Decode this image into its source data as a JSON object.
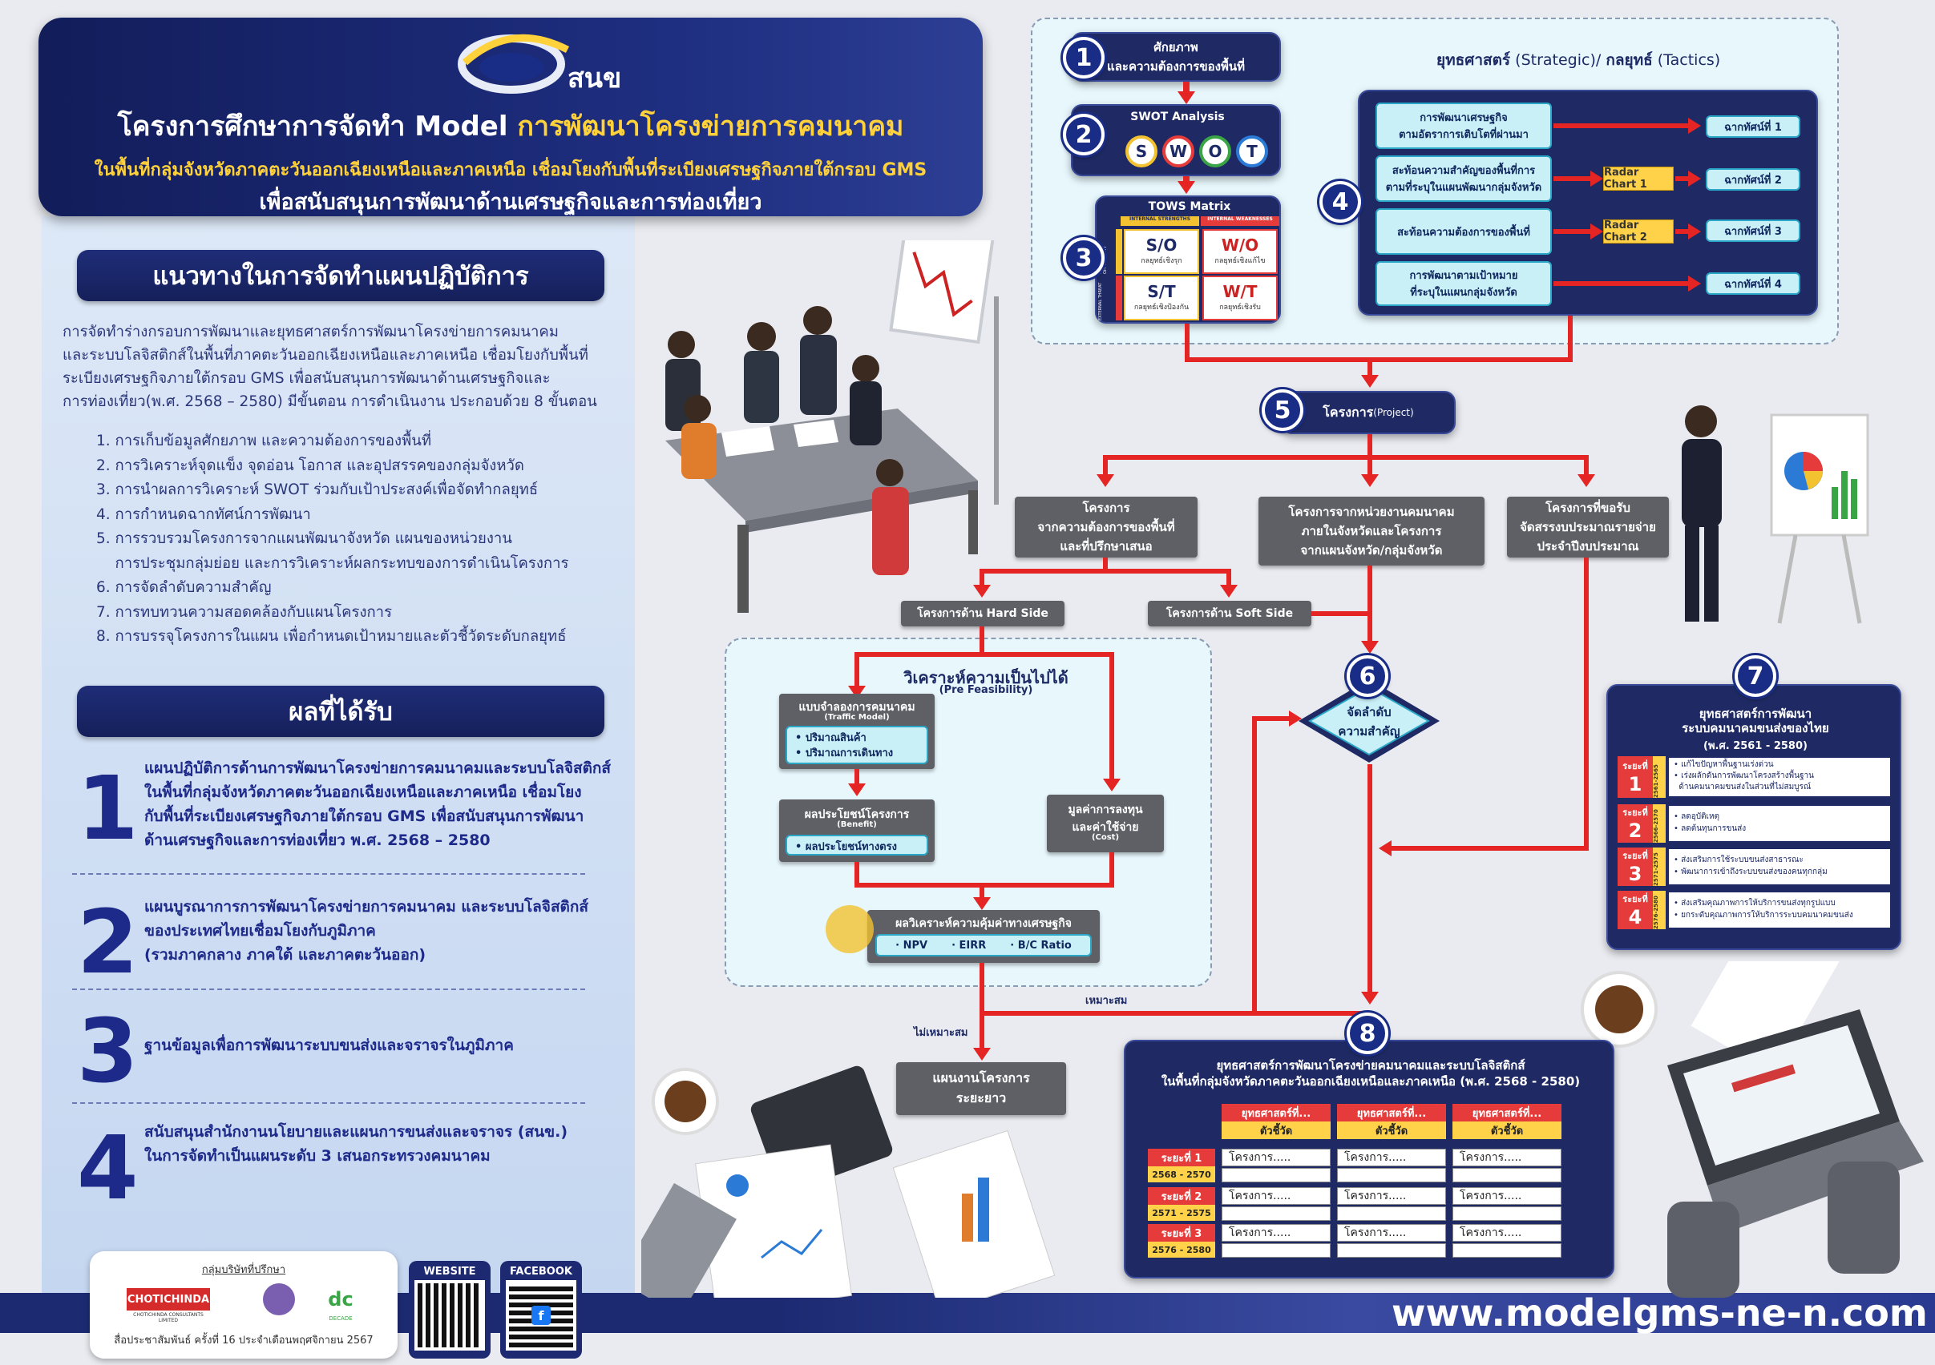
{
  "header": {
    "logo_text": "สนข",
    "title_part1": "โครงการศึกษาการจัดทำ Model ",
    "title_part2": "การพัฒนาโครงข่ายการคมนาคม",
    "subtitle": "ในพื้นที่กลุ่มจังหวัดภาคตะวันออกเฉียงเหนือและภาคเหนือ เชื่อมโยงกับพื้นที่ระเบียงเศรษฐกิจภายใต้กรอบ GMS",
    "subtitle2": "เพื่อสนับสนุนการพัฒนาด้านเศรษฐกิจและการท่องเที่ยว"
  },
  "left": {
    "guideline_title": "แนวทางในการจัดทำแผนปฏิบัติการ",
    "intro": [
      "การจัดทำร่างกรอบการพัฒนาและยุทธศาสตร์การพัฒนาโครงข่ายการคมนาคม",
      "และระบบโลจิสติกส์ในพื้นที่ภาคตะวันออกเฉียงเหนือและภาคเหนือ เชื่อมโยงกับพื้นที่",
      "ระเบียงเศรษฐกิจภายใต้กรอบ GMS เพื่อสนับสนุนการพัฒนาด้านเศรษฐกิจและ",
      "การท่องเที่ยว(พ.ศ. 2568 – 2580) มีขั้นตอน การดำเนินงาน ประกอบด้วย 8 ขั้นตอน"
    ],
    "steps": [
      "1. การเก็บข้อมูลศักยภาพ และความต้องการของพื้นที่",
      "2. การวิเคราะห์จุดแข็ง จุดอ่อน โอกาส และอุปสรรคของกลุ่มจังหวัด",
      "3. การนำผลการวิเคราะห์ SWOT ร่วมกับเป้าประสงค์เพื่อจัดทำกลยุทธ์",
      "4. การกำหนดฉากทัศน์การพัฒนา",
      "5. การรวบรวมโครงการจากแผนพัฒนาจังหวัด แผนของหน่วยงาน",
      "    การประชุมกลุ่มย่อย และการวิเคราะห์ผลกระทบของการดำเนินโครงการ",
      "6. การจัดลำดับความสำคัญ",
      "7. การทบทวนความสอดคล้องกับแผนโครงการ",
      "8. การบรรจุโครงการในแผน เพื่อกำหนดเป้าหมายและตัวชี้วัดระดับกลยุทธ์"
    ],
    "result_title": "ผลที่ได้รับ",
    "results": [
      {
        "n": "1",
        "lines": [
          "แผนปฏิบัติการด้านการพัฒนาโครงข่ายการคมนาคมและระบบโลจิสติกส์",
          "ในพื้นที่กลุ่มจังหวัดภาคตะวันออกเฉียงเหนือและภาคเหนือ เชื่อมโยง",
          "กับพื้นที่ระเบียงเศรษฐกิจภายใต้กรอบ GMS เพื่อสนับสนุนการพัฒนา",
          "ด้านเศรษฐกิจและการท่องเที่ยว พ.ศ. 2568 – 2580"
        ]
      },
      {
        "n": "2",
        "lines": [
          "แผนบูรณาการการพัฒนาโครงข่ายการคมนาคม และระบบโลจิสติกส์",
          "ของประเทศไทยเชื่อมโยงกับภูมิภาค",
          "(รวมภาคกลาง ภาคใต้ และภาคตะวันออก)"
        ]
      },
      {
        "n": "3",
        "lines": [
          "ฐานข้อมูลเพื่อการพัฒนาระบบขนส่งและจราจรในภูมิภาค"
        ]
      },
      {
        "n": "4",
        "lines": [
          "สนับสนุนสำนักงานนโยบายและแผนการขนส่งและจราจร (สนข.)",
          "ในการจัดทำเป็นแผนระดับ 3 เสนอกระทรวงคมนาคม"
        ]
      }
    ]
  },
  "footer": {
    "consultant_label": "กลุ่มบริษัทที่ปรึกษา",
    "company": "CHOTICHINDA",
    "company_sub": "CHOTICHINDA CONSULTANTS LIMITED",
    "decade": "DECADE",
    "note": "สื่อประชาสัมพันธ์ ครั้งที่ 16 ประจำเดือนพฤศจิกายน 2567",
    "website_label": "WEBSITE",
    "facebook_label": "FACEBOOK",
    "url": "www.modelgms-ne-n.com"
  },
  "flow": {
    "step1": "ศักยภาพ\nและความต้องการของพื้นที่",
    "swot_title": "SWOT Analysis",
    "swot_letters": [
      "S",
      "W",
      "O",
      "T"
    ],
    "tows_title": "TOWS Matrix",
    "tows_int_s": "INTERNAL STRENGTHS",
    "tows_int_w": "INTERNAL WEAKNESSES",
    "tows_ext_o": "EXTERNAL OPPORTUNITY",
    "tows_ext_t": "EXTERNAL THREAT",
    "tows": [
      {
        "k": "S/O",
        "v": "กลยุทธ์เชิงรุก"
      },
      {
        "k": "W/O",
        "v": "กลยุทธ์เชิงแก้ไข"
      },
      {
        "k": "S/T",
        "v": "กลยุทธ์เชิงป้องกัน"
      },
      {
        "k": "W/T",
        "v": "กลยุทธ์เชิงรับ"
      }
    ],
    "strategy_title_a": "ยุทธศาสตร์",
    "strategy_title_b": " (Strategic)/ ",
    "strategy_title_c": "กลยุทธ์",
    "strategy_title_d": " (Tactics)",
    "s4_rows": [
      {
        "left": "การพัฒนาเศรษฐกิจ\nตามอัตราการเติบโตที่ผ่านมา",
        "mid": "",
        "right": "ฉากทัศน์ที่ 1"
      },
      {
        "left": "สะท้อนความสำคัญของพื้นที่การ\nตามที่ระบุในแผนพัฒนากลุ่มจังหวัด",
        "mid": "Radar Chart 1",
        "right": "ฉากทัศน์ที่ 2"
      },
      {
        "left": "สะท้อนความต้องการของพื้นที่",
        "mid": "Radar Chart 2",
        "right": "ฉากทัศน์ที่ 3"
      },
      {
        "left": "การพัฒนาตามเป้าหมาย\nที่ระบุในแผนกลุ่มจังหวัด",
        "mid": "",
        "right": "ฉากทัศน์ที่ 4"
      }
    ],
    "step5": "โครงการ",
    "step5_en": " (Project)",
    "p_a": "โครงการ\nจากความต้องการของพื้นที่\nและที่ปรึกษาเสนอ",
    "p_b": "โครงการจากหน่วยงานคมนาคม\nภายในจังหวัดและโครงการ\nจากแผนจังหวัด/กลุ่มจังหวัด",
    "p_c": "โครงการที่ขอรับ\nจัดสรรงบประมาณรายจ่าย\nประจำปีงบประมาณ",
    "hard": "โครงการด้าน Hard Side",
    "soft": "โครงการด้าน Soft Side",
    "feas_title": "วิเคราะห์ความเป็นไปได้",
    "feas_sub": "(Pre Feasibility)",
    "traffic": "แบบจำลองการคมนาคม",
    "traffic_en": "(Traffic Model)",
    "traffic_items": [
      "• ปริมาณสินค้า",
      "• ปริมาณการเดินทาง"
    ],
    "benefit": "ผลประโยชน์โครงการ",
    "benefit_en": "(Benefit)",
    "benefit_item": "• ผลประโยชน์ทางตรง",
    "cost": "มูลค่าการลงทุน\nและค่าใช้จ่าย",
    "cost_en": "(Cost)",
    "econ": "ผลวิเคราะห์ความคุ้มค่าทางเศรษฐกิจ",
    "econ_items": [
      "· NPV",
      "· EIRR",
      "· B/C Ratio"
    ],
    "suitable": "เหมาะสม",
    "not_suitable": "ไม่เหมาะสม",
    "long_plan": "แผนงานโครงการ\nระยะยาว",
    "step6": "จัดลำดับ\nความสำคัญ",
    "s7_title": "ยุทธศาสตร์การพัฒนา\nระบบคมนาคมขนส่งของไทย",
    "s7_years": "(พ.ศ. 2561 - 2580)",
    "s7_rows": [
      {
        "label": "ระยะที่",
        "n": "1",
        "yr": "2561-2565",
        "items": [
          "• แก้ไขปัญหาพื้นฐานเร่งด่วน",
          "• เร่งผลักดันการพัฒนาโครงสร้างพื้นฐาน",
          "  ด้านคมนาคมขนส่งในส่วนที่ไม่สมบูรณ์"
        ]
      },
      {
        "label": "ระยะที่",
        "n": "2",
        "yr": "2566-2570",
        "items": [
          "• ลดอุบัติเหตุ",
          "• ลดต้นทุนการขนส่ง"
        ]
      },
      {
        "label": "ระยะที่",
        "n": "3",
        "yr": "2571-2575",
        "items": [
          "• ส่งเสริมการใช้ระบบขนส่งสาธารณะ",
          "• พัฒนาการเข้าถึงระบบขนส่งของคนทุกกลุ่ม"
        ]
      },
      {
        "label": "ระยะที่",
        "n": "4",
        "yr": "2576-2580",
        "items": [
          "• ส่งเสริมคุณภาพการให้บริการขนส่งทุกรูปแบบ",
          "• ยกระดับคุณภาพการให้บริการระบบคมนาคมขนส่ง"
        ]
      }
    ],
    "s8_title": "ยุทธศาสตร์การพัฒนาโครงข่ายคมนาคมและระบบโลจิสติกส์",
    "s8_title2": "ในพื้นที่กลุ่มจังหวัดภาคตะวันออกเฉียงเหนือและภาคเหนือ (พ.ศ. 2568 - 2580)",
    "s8_head": "ยุทธศาสตร์ที่...",
    "s8_sub": "ตัวชี้วัด",
    "s8_rows": [
      {
        "label": "ระยะที่ 1",
        "yr": "2568 - 2570"
      },
      {
        "label": "ระยะที่ 2",
        "yr": "2571 - 2575"
      },
      {
        "label": "ระยะที่ 3",
        "yr": "2576 - 2580"
      }
    ],
    "s8_cell": "โครงการ.....",
    "nums": [
      "1",
      "2",
      "3",
      "4",
      "5",
      "6",
      "7",
      "8"
    ]
  },
  "colors": {
    "navy": "#1d2a66",
    "red": "#e52424",
    "cyan": "#c9f0f7",
    "yellow": "#ffd13a"
  }
}
